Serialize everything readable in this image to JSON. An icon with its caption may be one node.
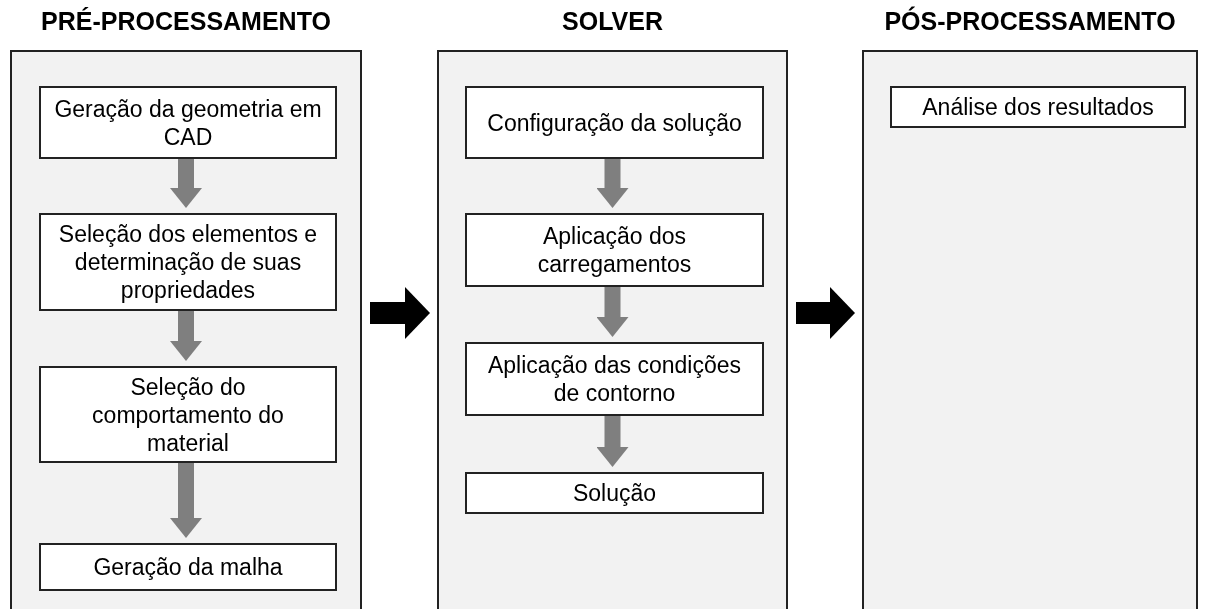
{
  "diagram": {
    "nodes": [
      {
        "text": [
          "PRÉ-PROCESSAMENTO"
        ]
      },
      {
        "text": [
          "Geração da geometria em CAD"
        ],
        "in": 0
      },
      {
        "text": [
          "Seleção dos elementos e determinação de suas propriedades"
        ],
        "in": 0
      },
      {
        "text": [
          "Seleção do comportamento do material"
        ],
        "in": 0
      },
      {
        "text": [
          "Geração da malha"
        ],
        "in": 0
      },
      {
        "text": [
          "SOLVER"
        ]
      },
      {
        "text": [
          "Configuração da solução"
        ],
        "in": 5
      },
      {
        "text": [
          "Aplicação dos carregamentos"
        ],
        "in": 5
      },
      {
        "text": [
          "Aplicação das condições de contorno"
        ],
        "in": 5
      },
      {
        "text": [
          "Solução"
        ],
        "in": 5
      },
      {
        "text": [
          "PÓS-PROCESSAMENTO"
        ]
      },
      {
        "text": [
          "Análise dos resultados"
        ],
        "in": 10
      }
    ],
    "edges": [
      {
        "from": 1,
        "to": 2,
        "arrow": "to"
      },
      {
        "from": 2,
        "to": 3,
        "arrow": "to"
      },
      {
        "from": 3,
        "to": 4,
        "arrow": "to"
      },
      {
        "from": 6,
        "to": 7,
        "arrow": "to"
      },
      {
        "from": 7,
        "to": 8,
        "arrow": "to"
      },
      {
        "from": 8,
        "to": 9,
        "arrow": "to"
      },
      {
        "from": 0,
        "to": 5,
        "arrow": "to",
        "color": "#000000"
      },
      {
        "from": 5,
        "to": 10,
        "arrow": "to",
        "color": "#000000"
      }
    ]
  }
}
